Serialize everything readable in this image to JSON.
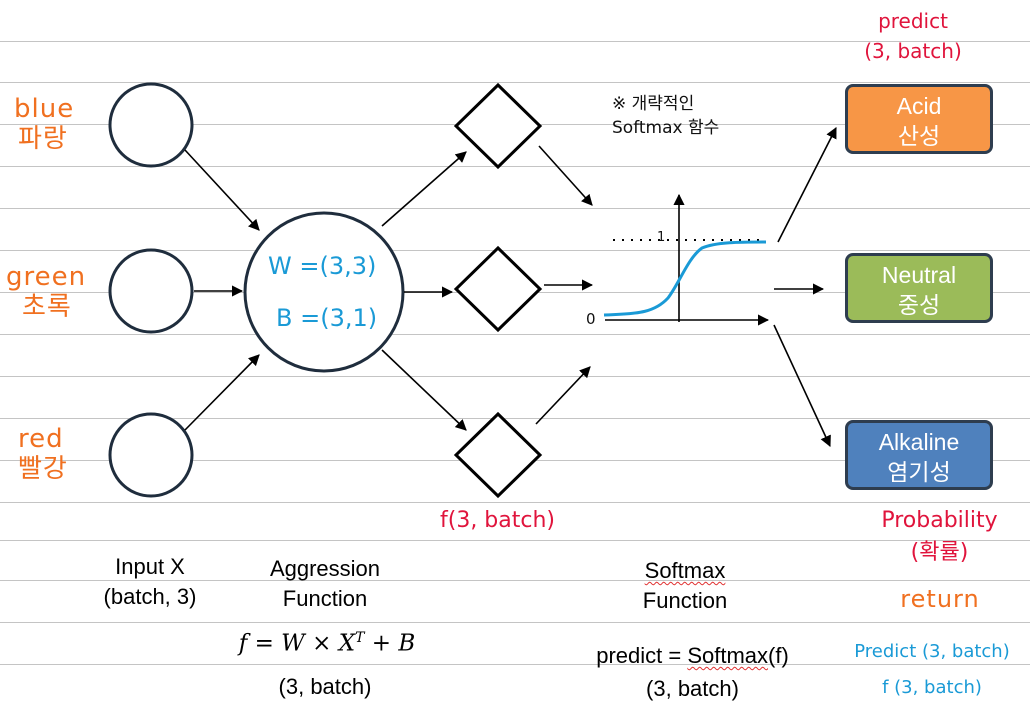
{
  "inputs": [
    {
      "en": "blue",
      "ko": "파랑"
    },
    {
      "en": "green",
      "ko": "초록"
    },
    {
      "en": "red",
      "ko": "빨강"
    }
  ],
  "aggregation_node": {
    "weights": "W =(3,3)",
    "bias": "B =(3,1)"
  },
  "f_shape": "f(3, batch)",
  "softmax_note": {
    "line1": "※ 개략적인",
    "line2": "Softmax 함수"
  },
  "sigmoid_plot": {
    "origin": "0",
    "y_tick": "1"
  },
  "predict_top": {
    "line1": "predict",
    "line2": "(3, batch)"
  },
  "outputs": [
    {
      "en": "Acid",
      "ko": "산성",
      "color": "#f79646"
    },
    {
      "en": "Neutral",
      "ko": "중성",
      "color": "#9bbb59"
    },
    {
      "en": "Alkaline",
      "ko": "염기성",
      "color": "#4f81bd"
    }
  ],
  "probability": {
    "line1": "Probability",
    "line2": "(확률)",
    "line3": "return"
  },
  "predict_bottom": {
    "line1": "Predict (3, batch)",
    "line2": "f (3, batch)"
  },
  "captions": {
    "input": {
      "line1": "Input X",
      "line2": "(batch, 3)"
    },
    "aggregation": {
      "line1": "Aggression",
      "line2": "Function",
      "formula": "f = W × X",
      "sup": "T",
      "formula_tail": " + B",
      "shape": "(3, batch)"
    },
    "softmax": {
      "line1": "Softmax",
      "line2": "Function",
      "formula_pre": "predict = ",
      "formula_fn": "Softmax",
      "formula_post": "(f)",
      "shape": "(3, batch)"
    }
  }
}
